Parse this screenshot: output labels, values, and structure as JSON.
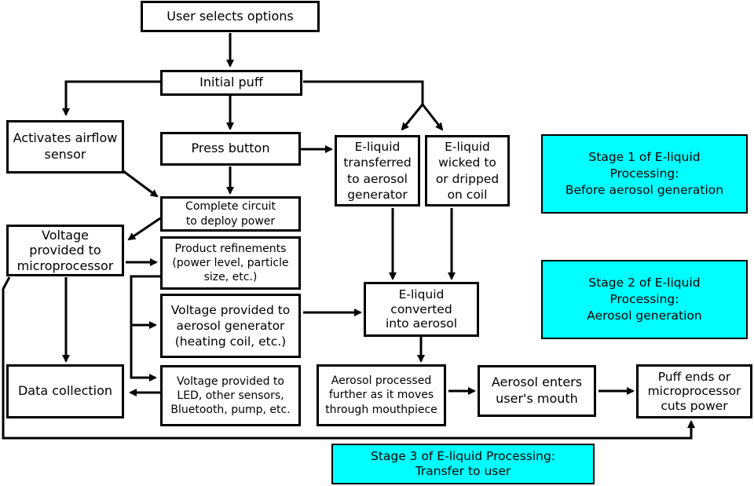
{
  "nodes": {
    "user_selects": "User selects options",
    "initial_puff": "Initial puff",
    "airflow_sensor": "Activates airflow\nsensor",
    "press_button": "Press button",
    "eliquid_transferred": "E-liquid\ntransferred\nto aerosol\ngenerator",
    "eliquid_wicked": "E-liquid\nwicked to\nor dripped\non coil",
    "complete_circuit": "Complete circuit\nto deploy power",
    "voltage_micro": "Voltage\nprovided to\nmicroprocessor",
    "product_refinements": "Product refinements\n(power level, particle\nsize, etc.)",
    "voltage_aerosol_gen": "Voltage provided to\naerosol generator\n(heating coil, etc.)",
    "eliquid_converted": "E-liquid\nconverted\ninto aerosol",
    "data_collection": "Data collection",
    "voltage_led": "Voltage provided to\nLED, other sensors,\nBluetooth, pump, etc.",
    "aerosol_processed": "Aerosol processed\nfurther as it moves\nthrough mouthpiece",
    "aerosol_enters": "Aerosol enters\nuser's mouth",
    "puff_ends": "Puff ends or\nmicroprocessor\ncuts power"
  },
  "stages": {
    "stage1": "Stage 1 of E-liquid\nProcessing:\nBefore aerosol generation",
    "stage2": "Stage 2 of E-liquid\nProcessing:\nAerosol generation",
    "stage3": "Stage 3 of E-liquid Processing:\nTransfer to user"
  },
  "colors": {
    "stage_fill": "#00FFFF",
    "box_border": "#000000",
    "arrow": "#000000"
  }
}
